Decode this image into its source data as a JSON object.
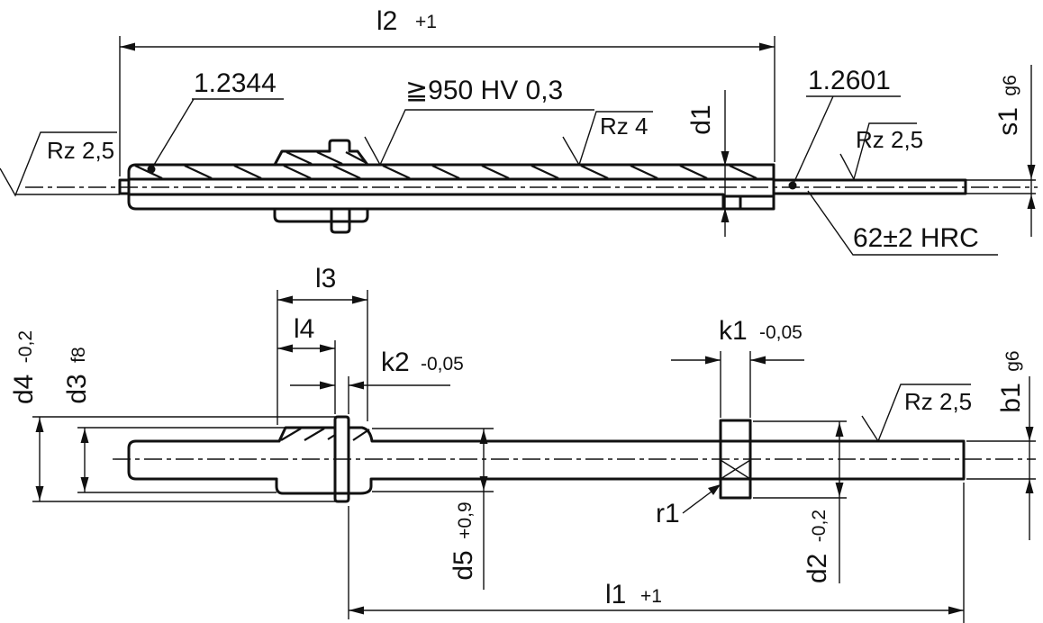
{
  "drawing": {
    "top_view": {
      "l2": {
        "label": "l2",
        "tol": "+1"
      },
      "material_body": "1.2344",
      "hardness_note": "≧950 HV 0,3",
      "surface_left": "Rz 2,5",
      "surface_body": "Rz 4",
      "material_pin": "1.2601",
      "surface_pin": "Rz 2,5",
      "s1": {
        "label": "s1",
        "fit": "g6"
      },
      "d1": {
        "label": "d1"
      },
      "core_hardness": "62±2 HRC"
    },
    "bottom_view": {
      "l3": {
        "label": "l3"
      },
      "l4": {
        "label": "l4"
      },
      "k2": {
        "label": "k2",
        "tol": "-0,05"
      },
      "k1": {
        "label": "k1",
        "tol": "-0,05"
      },
      "d4": {
        "label": "d4",
        "tol": "-0,2"
      },
      "d3": {
        "label": "d3",
        "fit": "f8"
      },
      "d5": {
        "label": "d5",
        "tol": "+0,9"
      },
      "d2": {
        "label": "d2",
        "tol": "-0,2"
      },
      "b1": {
        "label": "b1",
        "fit": "g6"
      },
      "surface_shaft": "Rz 2,5",
      "r1": "r1",
      "l1": {
        "label": "l1",
        "tol": "+1"
      }
    }
  }
}
